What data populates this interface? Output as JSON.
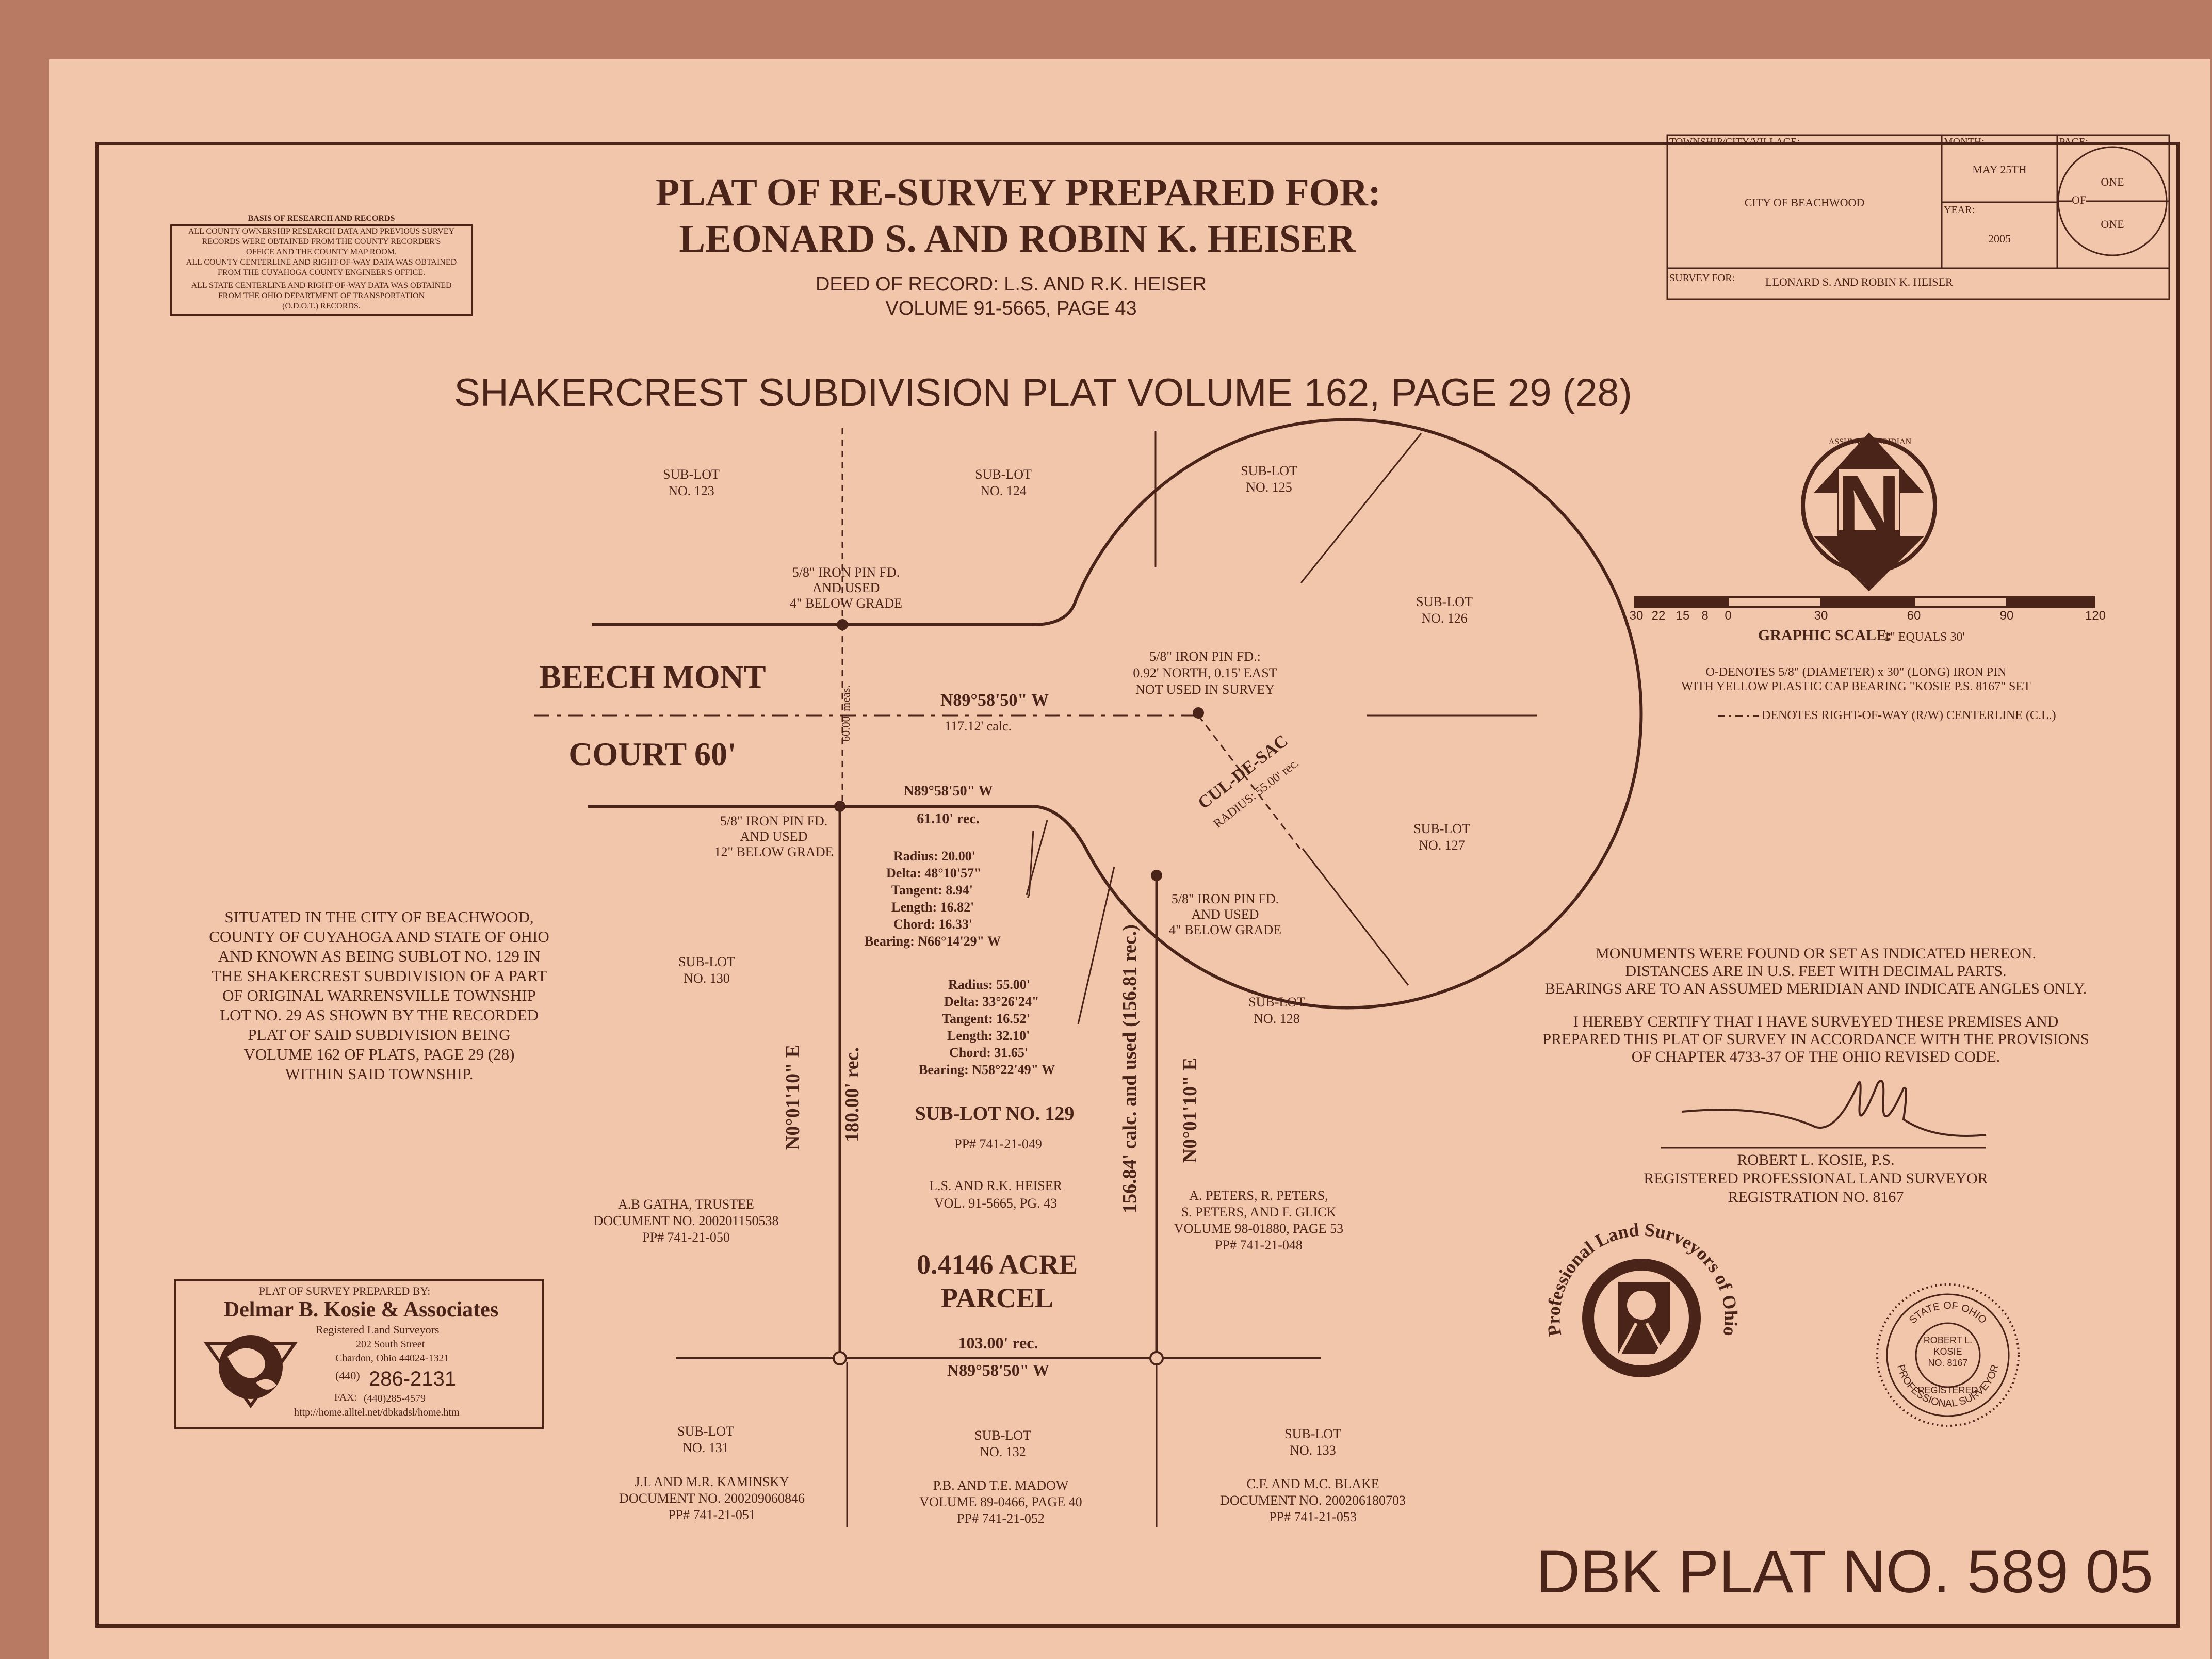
{
  "title": {
    "line1": "PLAT OF RE-SURVEY PREPARED FOR:",
    "line2": "LEONARD S. AND ROBIN K. HEISER",
    "deed1": "DEED OF RECORD:  L.S. AND R.K. HEISER",
    "deed2": "VOLUME 91-5665, PAGE 43"
  },
  "subdivision": "SHAKERCREST  SUBDIVISION   PLAT VOLUME 162, PAGE 29 (28)",
  "basis": {
    "heading": "BASIS OF RESEARCH AND RECORDS",
    "lines": [
      "ALL COUNTY OWNERSHIP RESEARCH DATA AND PREVIOUS SURVEY",
      "RECORDS WERE OBTAINED FROM THE COUNTY RECORDER'S",
      "OFFICE AND THE COUNTY MAP ROOM.",
      "ALL COUNTY CENTERLINE AND RIGHT-OF-WAY DATA WAS OBTAINED",
      "FROM THE CUYAHOGA COUNTY ENGINEER'S OFFICE.",
      "ALL STATE CENTERLINE AND RIGHT-OF-WAY DATA WAS OBTAINED",
      "FROM THE OHIO DEPARTMENT OF TRANSPORTATION",
      "(O.D.O.T.) RECORDS."
    ]
  },
  "titleblock": {
    "township_label": "TOWNSHIP/CITY/VILLAGE:",
    "township": "CITY OF BEACHWOOD",
    "month_label": "MONTH:",
    "month": "MAY 25TH",
    "year_label": "YEAR:",
    "year": "2005",
    "page_label": "PAGE:",
    "page_num": "ONE",
    "page_of": "OF",
    "page_total": "ONE",
    "survey_for_label": "SURVEY FOR:",
    "survey_for": "LEONARD S. AND ROBIN K. HEISER"
  },
  "meridian": {
    "label": "ASSUMED MERIDIAN",
    "letter": "N"
  },
  "scale": {
    "ticks": [
      "30",
      "22",
      "15",
      "8",
      "0",
      "30",
      "60",
      "90",
      "120"
    ],
    "label": "GRAPHIC SCALE:",
    "equals": "1\" EQUALS 30'"
  },
  "legend": {
    "pin1": "O-DENOTES 5/8\" (DIAMETER) x 30\" (LONG) IRON PIN",
    "pin2": "WITH YELLOW PLASTIC CAP BEARING \"KOSIE P.S. 8167\" SET",
    "row": "DENOTES RIGHT-OF-WAY (R/W) CENTERLINE (C.L.)"
  },
  "street": {
    "name1": "BEECH MONT",
    "name2": "COURT  60'",
    "bearing_cl": "N89°58'50\" W",
    "calc_cl": "117.12' calc.",
    "width": "60.00' meas.",
    "bearing_s": "N89°58'50\" W",
    "rec_s": "61.10' rec.",
    "culdesac": "CUL-DE-SAC",
    "radius": "RADIUS: 55.00' rec."
  },
  "pins": {
    "nw": [
      "5/8\" IRON PIN FD.",
      "AND USED",
      "4\" BELOW GRADE"
    ],
    "sw": [
      "5/8\" IRON PIN FD.",
      "AND USED",
      "12\" BELOW GRADE"
    ],
    "se": [
      "5/8\" IRON PIN FD.",
      "AND USED",
      "4\" BELOW GRADE"
    ],
    "center": [
      "5/8\" IRON PIN FD.:",
      "0.92' NORTH, 0.15' EAST",
      "NOT USED IN SURVEY"
    ]
  },
  "curve1": [
    "Radius: 20.00'",
    "Delta: 48°10'57\"",
    "Tangent: 8.94'",
    "Length: 16.82'",
    "Chord: 16.33'",
    "Bearing: N66°14'29\" W"
  ],
  "curve2": [
    "Radius: 55.00'",
    "Delta: 33°26'24\"",
    "Tangent: 16.52'",
    "Length: 32.10'",
    "Chord: 31.65'",
    "Bearing: N58°22'49\" W"
  ],
  "sublots": {
    "s123": [
      "SUB-LOT",
      "NO. 123"
    ],
    "s124": [
      "SUB-LOT",
      "NO. 124"
    ],
    "s125": [
      "SUB-LOT",
      "NO. 125"
    ],
    "s126": [
      "SUB-LOT",
      "NO. 126"
    ],
    "s127": [
      "SUB-LOT",
      "NO. 127"
    ],
    "s128": [
      "SUB-LOT",
      "NO. 128"
    ],
    "s130": [
      "SUB-LOT",
      "NO. 130"
    ],
    "s131": [
      "SUB-LOT",
      "NO. 131"
    ],
    "s132": [
      "SUB-LOT",
      "NO. 132"
    ],
    "s133": [
      "SUB-LOT",
      "NO. 133"
    ]
  },
  "parcel": {
    "sublot": "SUB-LOT NO. 129",
    "pp": "PP# 741-21-049",
    "owner1": "L.S. AND R.K. HEISER",
    "owner2": "VOL. 91-5665, PG. 43",
    "acre1": "0.4146 ACRE",
    "acre2": "PARCEL",
    "west_bearing": "N0°01'10\" E",
    "west_len": "180.00' rec.",
    "east_len": "156.84' calc. and used (156.81 rec.)",
    "east_bearing": "N0°01'10\" E",
    "south_rec": "103.00' rec.",
    "south_bearing": "N89°58'50\" W"
  },
  "owners": {
    "west": [
      "A.B GATHA, TRUSTEE",
      "DOCUMENT NO. 200201150538",
      "PP# 741-21-050"
    ],
    "east": [
      "A. PETERS, R. PETERS,",
      "S. PETERS, AND F. GLICK",
      "VOLUME 98-01880, PAGE 53",
      "PP# 741-21-048"
    ],
    "s131": [
      "J.L AND M.R. KAMINSKY",
      "DOCUMENT NO. 200209060846",
      "PP# 741-21-051"
    ],
    "s132": [
      "P.B. AND T.E. MADOW",
      "VOLUME 89-0466, PAGE 40",
      "PP# 741-21-052"
    ],
    "s133": [
      "C.F. AND M.C. BLAKE",
      "DOCUMENT NO. 200206180703",
      "PP# 741-21-053"
    ]
  },
  "situated": [
    "SITUATED IN THE CITY OF BEACHWOOD,",
    "COUNTY OF CUYAHOGA AND STATE OF OHIO",
    "AND KNOWN AS BEING SUBLOT NO. 129 IN",
    "THE SHAKERCREST SUBDIVISION OF A PART",
    "OF ORIGINAL WARRENSVILLE TOWNSHIP",
    "LOT NO. 29 AS SHOWN BY THE RECORDED",
    "PLAT OF SAID SUBDIVISION BEING",
    "VOLUME 162 OF PLATS, PAGE 29 (28)",
    "WITHIN SAID TOWNSHIP."
  ],
  "monuments": [
    "MONUMENTS WERE FOUND OR SET AS INDICATED HEREON.",
    "DISTANCES ARE IN U.S. FEET WITH DECIMAL PARTS.",
    "BEARINGS ARE TO AN ASSUMED MERIDIAN AND INDICATE ANGLES ONLY."
  ],
  "certify": [
    "I HEREBY CERTIFY THAT I HAVE SURVEYED THESE PREMISES AND",
    "PREPARED THIS PLAT OF SURVEY IN ACCORDANCE WITH THE PROVISIONS",
    "OF CHAPTER 4733-37 OF THE OHIO REVISED CODE."
  ],
  "surveyor": [
    "ROBERT L. KOSIE, P.S.",
    "REGISTERED PROFESSIONAL LAND SURVEYOR",
    "REGISTRATION NO. 8167"
  ],
  "company": {
    "prepared_by": "PLAT OF SURVEY PREPARED BY:",
    "name": "Delmar B. Kosie & Associates",
    "sub": "Registered Land Surveyors",
    "addr1": "202 South Street",
    "addr2": "Chardon, Ohio  44024-1321",
    "phone_area": "(440)",
    "phone": "286-2131",
    "fax_label": "FAX:",
    "fax": "(440)285-4579",
    "url": "http://home.alltel.net/dbkadsl/home.htm"
  },
  "seal_pls": "Professional Land Surveyors of Ohio",
  "seal_state": {
    "top": "STATE OF OHIO",
    "name1": "ROBERT L.",
    "name2": "KOSIE",
    "num": "NO. 8167",
    "reg": "REGISTERED",
    "bottom": "PROFESSIONAL SURVEYOR"
  },
  "plat_no": "DBK PLAT NO. 589 05",
  "colors": {
    "ink": "#4a2418",
    "paper": "#f1c6ab",
    "background": "#b87a62"
  }
}
